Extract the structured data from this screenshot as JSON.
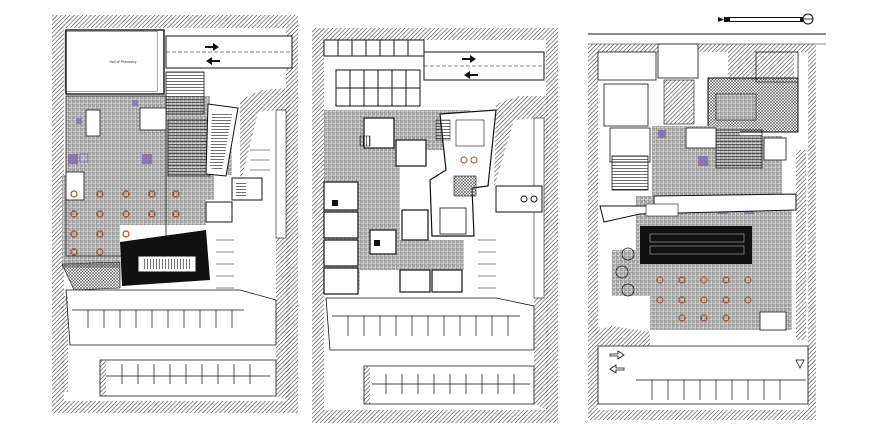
{
  "drawing": {
    "plans": [
      {
        "id": "plan-1",
        "room_label": "Hall of Pharmacy"
      },
      {
        "id": "plan-2"
      },
      {
        "id": "plan-3"
      }
    ],
    "north_arrow": {
      "symbol": "north-arrow-icon"
    },
    "colors": {
      "line": "#111111",
      "paper": "#ffffff",
      "hatch": "#8a8a8a",
      "furniture": "#a0522d",
      "column": "#7b5ea7"
    }
  }
}
